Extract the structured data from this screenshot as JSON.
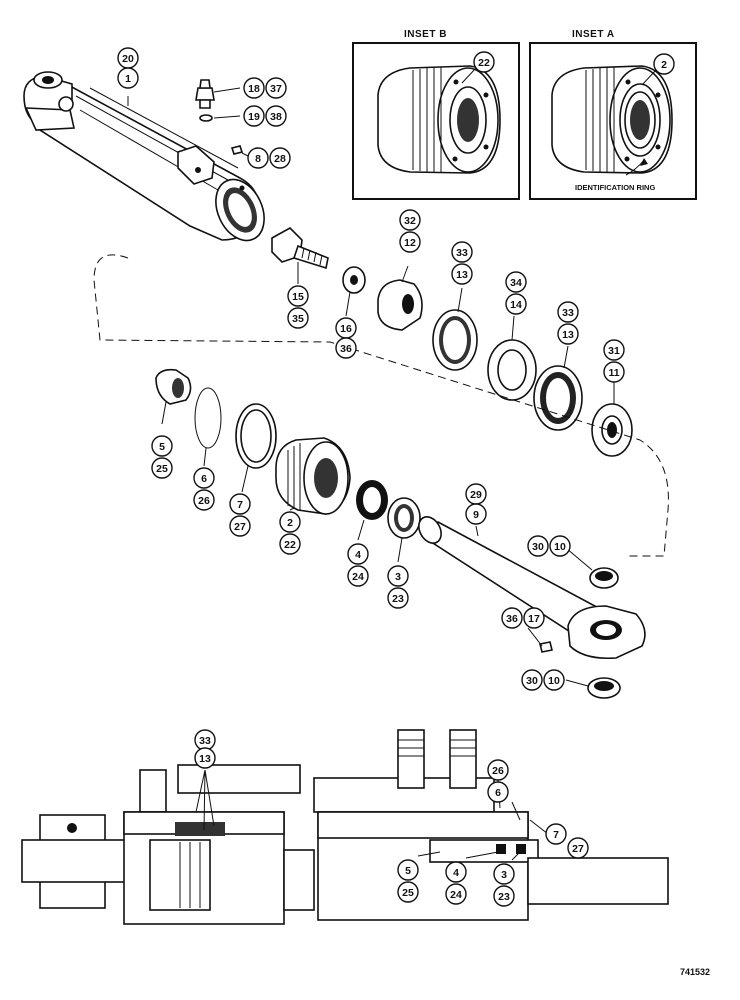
{
  "insets": [
    {
      "title": "INSET B",
      "callout": "22"
    },
    {
      "title": "INSET A",
      "callout": "2",
      "annotation": "IDENTIFICATION RING"
    }
  ],
  "callouts": [
    {
      "id": "c20",
      "label": "20"
    },
    {
      "id": "c1",
      "label": "1"
    },
    {
      "id": "c18",
      "label": "18"
    },
    {
      "id": "c37",
      "label": "37"
    },
    {
      "id": "c19",
      "label": "19"
    },
    {
      "id": "c38",
      "label": "38"
    },
    {
      "id": "c8",
      "label": "8"
    },
    {
      "id": "c28",
      "label": "28"
    },
    {
      "id": "c15",
      "label": "15"
    },
    {
      "id": "c35",
      "label": "35"
    },
    {
      "id": "c16",
      "label": "16"
    },
    {
      "id": "c36a",
      "label": "36"
    },
    {
      "id": "c32",
      "label": "32"
    },
    {
      "id": "c12",
      "label": "12"
    },
    {
      "id": "c33a",
      "label": "33"
    },
    {
      "id": "c13a",
      "label": "13"
    },
    {
      "id": "c34",
      "label": "34"
    },
    {
      "id": "c14",
      "label": "14"
    },
    {
      "id": "c33b",
      "label": "33"
    },
    {
      "id": "c13b",
      "label": "13"
    },
    {
      "id": "c31",
      "label": "31"
    },
    {
      "id": "c11",
      "label": "11"
    },
    {
      "id": "c5",
      "label": "5"
    },
    {
      "id": "c25",
      "label": "25"
    },
    {
      "id": "c6",
      "label": "6"
    },
    {
      "id": "c26",
      "label": "26"
    },
    {
      "id": "c7",
      "label": "7"
    },
    {
      "id": "c27",
      "label": "27"
    },
    {
      "id": "c2",
      "label": "2"
    },
    {
      "id": "c22",
      "label": "22"
    },
    {
      "id": "c4",
      "label": "4"
    },
    {
      "id": "c24",
      "label": "24"
    },
    {
      "id": "c3",
      "label": "3"
    },
    {
      "id": "c23",
      "label": "23"
    },
    {
      "id": "c29",
      "label": "29"
    },
    {
      "id": "c9",
      "label": "9"
    },
    {
      "id": "c30a",
      "label": "30"
    },
    {
      "id": "c10a",
      "label": "10"
    },
    {
      "id": "c36b",
      "label": "36"
    },
    {
      "id": "c17",
      "label": "17"
    },
    {
      "id": "c30b",
      "label": "30"
    },
    {
      "id": "c10b",
      "label": "10"
    }
  ],
  "section_callouts": [
    {
      "id": "s33",
      "label": "33"
    },
    {
      "id": "s13",
      "label": "13"
    },
    {
      "id": "s26",
      "label": "26"
    },
    {
      "id": "s6",
      "label": "6"
    },
    {
      "id": "s7",
      "label": "7"
    },
    {
      "id": "s27",
      "label": "27"
    },
    {
      "id": "s5",
      "label": "5"
    },
    {
      "id": "s25",
      "label": "25"
    },
    {
      "id": "s4",
      "label": "4"
    },
    {
      "id": "s24",
      "label": "24"
    },
    {
      "id": "s3",
      "label": "3"
    },
    {
      "id": "s23",
      "label": "23"
    }
  ],
  "figure_number": "741532"
}
